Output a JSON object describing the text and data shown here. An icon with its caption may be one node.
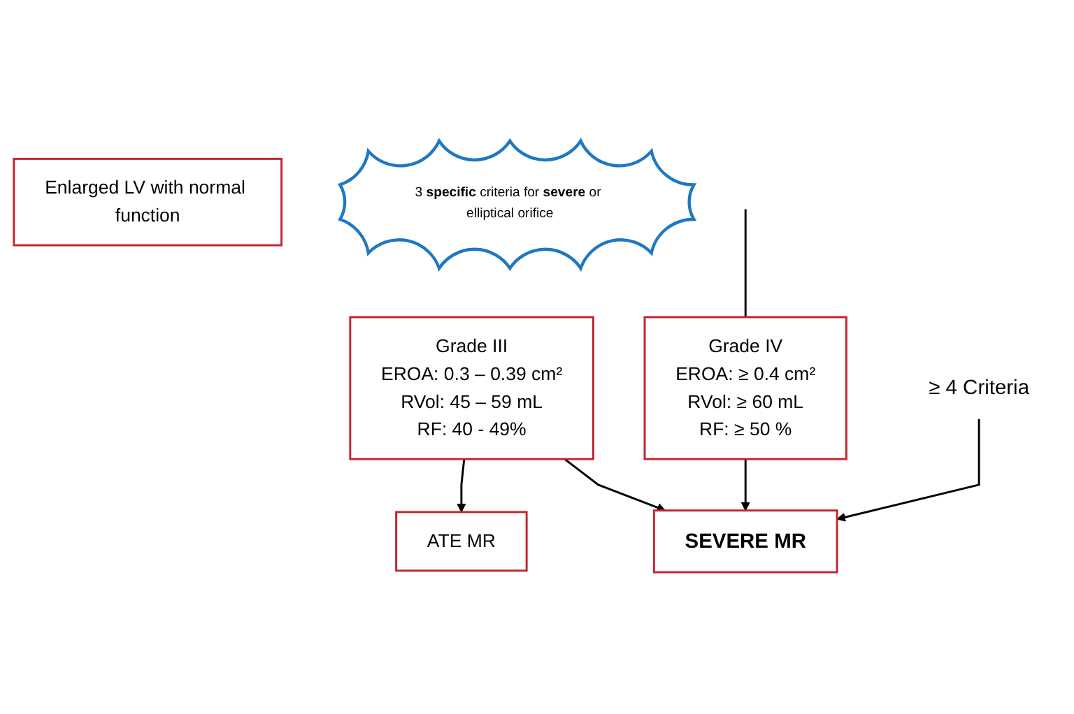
{
  "diagram": {
    "nodes": [
      {
        "text": [
          "Enlarged LV with normal function"
        ]
      },
      {
        "text": [
          "Grade III",
          "EROA: 0.3 – 0.39 cm²",
          "RVol: 45 – 59 mL",
          "RF: 40 - 49%"
        ]
      },
      {
        "text": [
          "Grade IV",
          "EROA: ≥ 0.4 cm²",
          "RVol: ≥ 60 mL",
          "RF: ≥ 50 %"
        ]
      },
      {
        "text": [
          "≥ 4 Criteria"
        ]
      },
      {
        "text": [
          "3 **specific** criteria for **severe** or elliptical orifice"
        ]
      },
      {
        "text": [
          "ATE MR"
        ]
      },
      {
        "text": [
          "SEVERE MR"
        ]
      }
    ],
    "edges": [
      {
        "from": null,
        "to": 2,
        "arrow": "none"
      },
      {
        "from": 1,
        "to": 5,
        "arrow": "to"
      },
      {
        "from": 1,
        "to": 6,
        "arrow": "to"
      },
      {
        "from": 2,
        "to": 6,
        "arrow": "to"
      },
      {
        "from": 3,
        "to": 6,
        "arrow": "to"
      }
    ]
  }
}
